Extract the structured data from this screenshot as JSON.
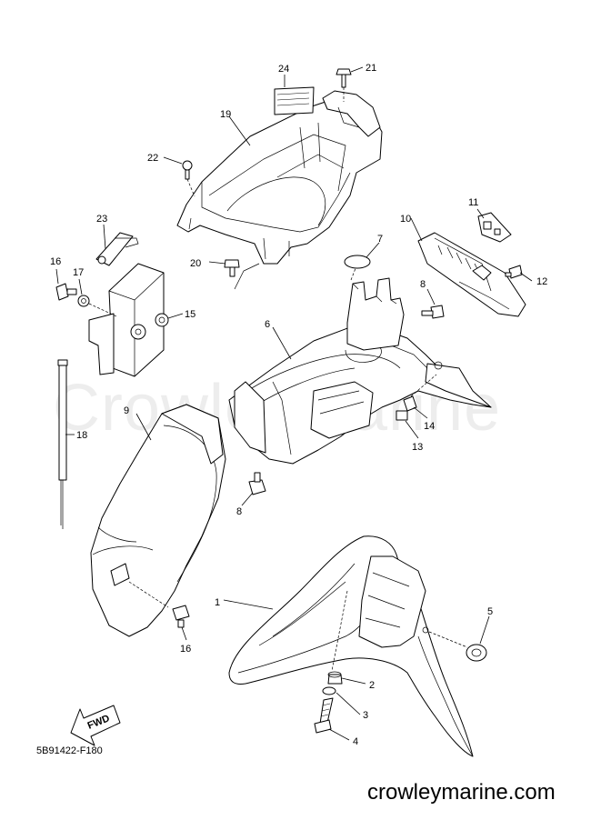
{
  "drawing_code": "5B91422-F180",
  "watermark": "Crowleymarine",
  "site_url": "crowleymarine.com",
  "fwd_badge": "FWD",
  "callouts": [
    "1",
    "2",
    "3",
    "4",
    "5",
    "6",
    "7",
    "8",
    "8",
    "9",
    "10",
    "11",
    "12",
    "13",
    "14",
    "15",
    "16",
    "16",
    "17",
    "18",
    "19",
    "20",
    "21",
    "22",
    "23",
    "24"
  ]
}
